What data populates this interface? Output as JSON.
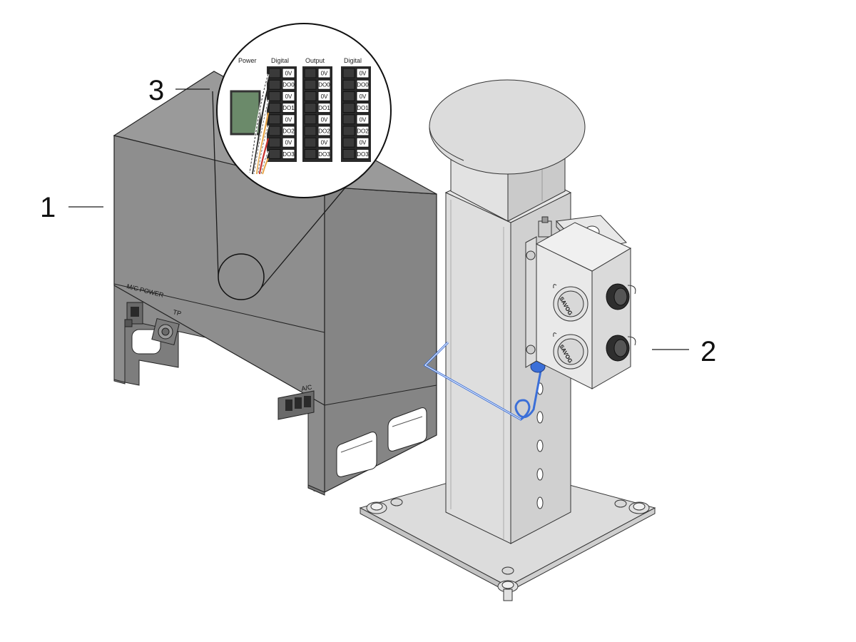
{
  "callouts": {
    "c1": "1",
    "c2": "2",
    "c3": "3"
  },
  "cabinet_labels": {
    "mc_power": "M/C POWER",
    "tp": "TP",
    "ac": "A/C"
  },
  "zoom_headers": {
    "power": "Power",
    "digital_left": "Digital",
    "output": "Output",
    "digital_right": "Digital"
  },
  "terminals": {
    "col1": [
      "0V",
      "DO0",
      "0V",
      "DO1",
      "0V",
      "DO2",
      "0V",
      "DO3"
    ],
    "col2": [
      "0V",
      "DO0",
      "0V",
      "DO1",
      "0V",
      "DO2",
      "0V",
      "DO3"
    ],
    "col3": [
      "0V",
      "DO0",
      "0V",
      "DO1",
      "0V",
      "DO2",
      "0V",
      "DO3"
    ]
  },
  "pendant_brand": "SAVOG",
  "colors": {
    "cabinet": "#8e8e8e",
    "cabinet_dark": "#7a7a7a",
    "cabinet_top": "#9a9a9a",
    "pedestal": "#dedede",
    "pedestal_dark": "#c8c8c8",
    "cable": "#3b6fd8",
    "screen": "#6b8a6a"
  }
}
